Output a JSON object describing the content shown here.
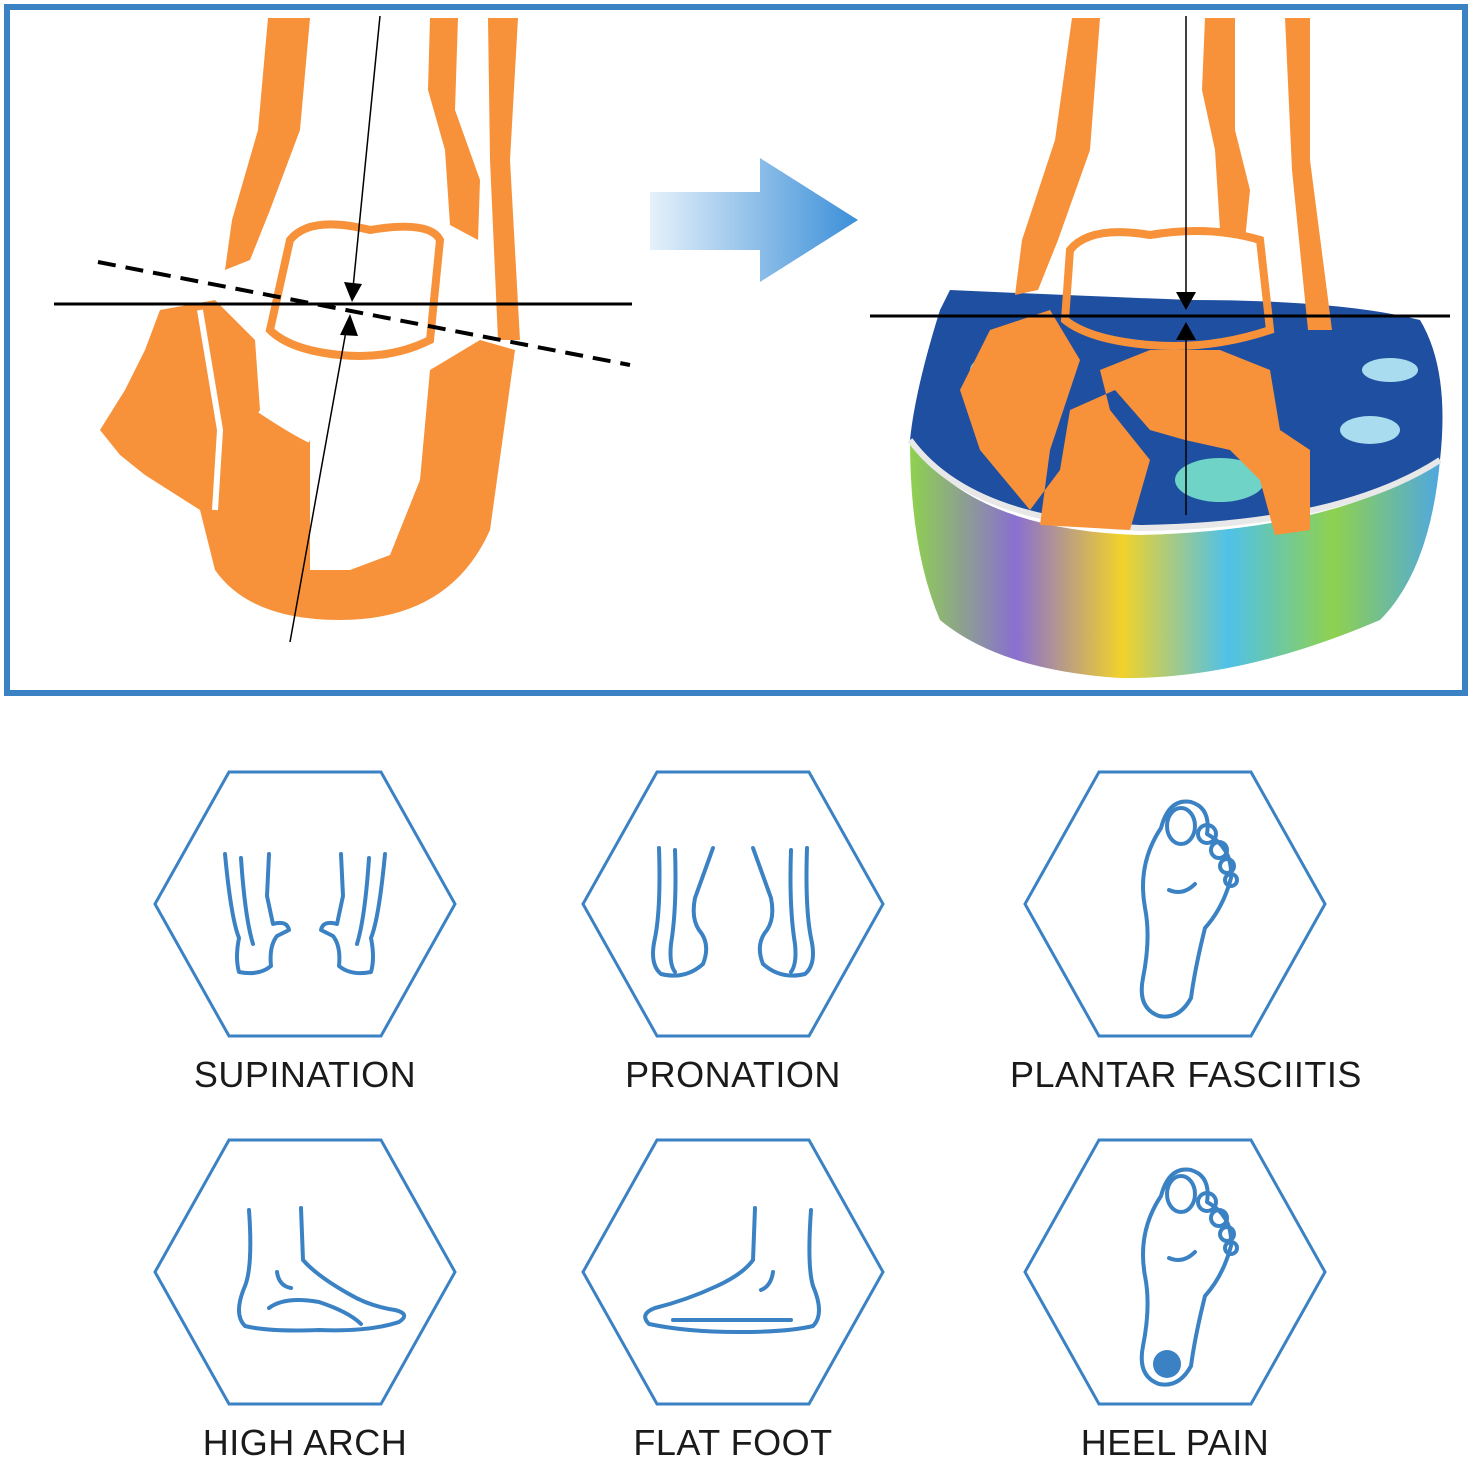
{
  "colors": {
    "frame_blue": "#3b82c4",
    "icon_blue": "#3b82c4",
    "bone_orange": "#f7923a",
    "arrow_gradient_start": "#e6f1fb",
    "arrow_gradient_end": "#3b8fd8",
    "label_text": "#1a1a1a"
  },
  "illustration": {
    "left_image": "misaligned-ankle-bones",
    "arrow": "right-arrow-icon",
    "right_image": "corrected-ankle-with-heel-cup-insole"
  },
  "conditions": [
    {
      "label": "SUPINATION",
      "icon": "supination-feet-icon"
    },
    {
      "label": "PRONATION",
      "icon": "pronation-feet-icon"
    },
    {
      "label": "PLANTAR FASCIITIS",
      "icon": "foot-sole-icon"
    },
    {
      "label": "HIGH ARCH",
      "icon": "high-arch-foot-icon"
    },
    {
      "label": "FLAT FOOT",
      "icon": "flat-foot-icon"
    },
    {
      "label": "HEEL PAIN",
      "icon": "heel-pain-sole-icon"
    }
  ]
}
